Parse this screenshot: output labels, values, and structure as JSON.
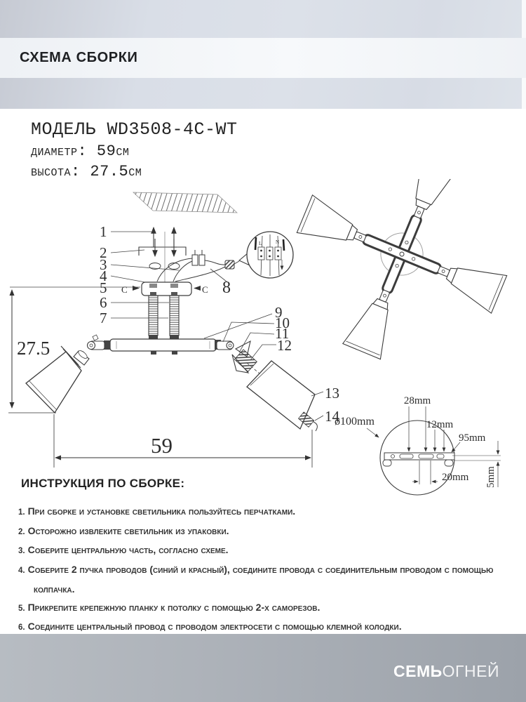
{
  "header": {
    "title": "СХЕМА СБОРКИ"
  },
  "product": {
    "model": "МОДЕЛЬ WD3508-4C-WT",
    "diameter": "диаметр: 59см",
    "height": "высота: 27.5см"
  },
  "diagram": {
    "parts": [
      "1",
      "2",
      "3",
      "4",
      "5",
      "6",
      "7",
      "8",
      "9",
      "10",
      "11",
      "12",
      "13",
      "14"
    ],
    "screw_c": "C",
    "wires": {
      "l": "L",
      "n": "N"
    },
    "dims": {
      "height": "27.5",
      "width": "59"
    },
    "plate": {
      "d28": "28mm",
      "d12": "12mm",
      "d95": "95mm",
      "d20": "20mm",
      "d5": "5mm",
      "dia": "ø100mm"
    }
  },
  "instructions": {
    "title": "ИНСТРУКЦИЯ ПО СБОРКЕ:",
    "items": [
      {
        "num": "1.",
        "text": "При сборке и установке светильника пользуйтесь перчатками."
      },
      {
        "num": "2.",
        "text": "Осторожно извлеките светильник из упаковки."
      },
      {
        "num": "3.",
        "text": "Соберите центральную часть, согласно схеме."
      },
      {
        "num": "4.",
        "text": "Соберите 2 пучка проводов (синий и красный), соедините провода с соединительным проводом с помощью колпачка."
      },
      {
        "num": "5.",
        "text": "Прикрепите крепежную планку к потолку с помощью 2-х саморезов."
      },
      {
        "num": "6.",
        "text": "Соедините центральный провод с проводом электросети с помощью клемной колодки."
      }
    ]
  },
  "footer": {
    "brand_bold": "СЕМЬ",
    "brand_light": "ОГНЕЙ"
  }
}
